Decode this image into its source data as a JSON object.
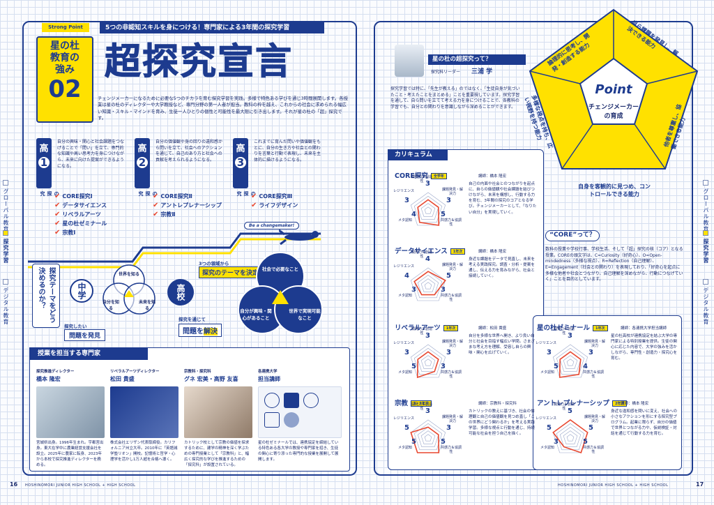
{
  "left": {
    "strong_point": "Strong Point",
    "header_banner": "5つの非認知スキルを身につける！専門家による3年間の探究学習",
    "side_label_lines": [
      "星の杜",
      "教育の",
      "強み"
    ],
    "side_number": "02",
    "main_title": "超探究宣言",
    "intro": "チェンジメーカーになるために必要な5つのチカラを育む探究学習を実践。多様で特色ある学びを通じ3時間展開します。各授業は星の杜のディレクターや大学教授など、専門分野の第一人者が担当。教科の枠を越え、これからの社会に求められる幅広い知識・スキル・マインドを育み、生徒一人ひとりの個性と可能性を最大限に引き出します。それが星の杜の「超」探究です。",
    "grades": [
      {
        "k1": "高",
        "k2": "1",
        "k3": "の探究",
        "desc": "自分の興味・関心と社会課題をつなげることで「問い」を立て、専門的な知識や高い思考力を身につけながら、未来に向けた提案ができるようになる。",
        "courses": [
          "CORE探究Ⅰ",
          "データサイエンス",
          "リベラルアーツ",
          "星の杜ゼミナール",
          "宗教Ⅰ"
        ]
      },
      {
        "k1": "高",
        "k2": "2",
        "k3": "の探究",
        "desc": "自分の価値観や身の回りの違和感から問いを立て、社会へのアクションを通じて、自己のあり方と社会への貢献を考えられるようになる。",
        "courses": [
          "CORE探究Ⅱ",
          "アントレプレナーシップ",
          "宗教Ⅱ"
        ]
      },
      {
        "k1": "高",
        "k2": "3",
        "k3": "の探究",
        "desc": "これまでに育んだ問いや価値観をもとに、自分の生き方や社会との関わりを言葉と行動で表現し、未来を主体的に描けるようになる。",
        "courses": [
          "CORE探究Ⅲ",
          "ライフデザイン"
        ]
      }
    ],
    "changemaker": "Be a changemaker!",
    "question": "探究テーマをどう決めるのか？",
    "jhs": "中学",
    "hs": "高校",
    "venn_small": [
      "世界を知る",
      "自分を知る",
      "未来を知る"
    ],
    "venn_big": [
      "社会で必要なこと",
      "自分が興味・関心があること",
      "世界で実現可能なこと"
    ],
    "find_problem_pre": "探究したい",
    "find_problem": "問題を発見",
    "three_areas_pre": "3つの領域から",
    "three_areas": "探究のテーマを決定",
    "solve_pre": "探究を通じて",
    "solve_a": "問題を",
    "solve_b": "解決",
    "experts_title": "授業を担当する専門家",
    "experts": [
      {
        "role": "探究推進ディレクター",
        "name": "橋本 隆宏",
        "bio": "宮城県出身。1996年生まれ。宇都宮出身。東大在学中に農業経営支援会社を設立。2025年に農家に転身、2023年から本校で探究推進ディレクターを務める。"
      },
      {
        "role": "リベラルアーツディレクター",
        "name": "松田 貴盛",
        "bio": "株式会社エリザン代表取締役。カリフォルニア州立大卒。2010年に「英語減学塾リオン」開校。記憶術と哲学・心理学を活かし1万人超を合格へ導く。"
      },
      {
        "role": "宗教科・探究科",
        "name": "グネ 宏美・高野 友喜",
        "bio": "カトリック校として宗教の価値を探求するために、建学の精神を深く学ぶための専門授業として「宗教科」と、幅広く探究的な学びを推進するための「探究科」が設置されている。"
      },
      {
        "role": "各連携大学",
        "name": "担当講師",
        "bio": "星の杜ゼミナールでは、連携協定を締結している特色ある各大学の教授や専門家を招き、生徒の関心に寄り添った専門的な授業を展開して展開します。"
      }
    ],
    "page_num": "16",
    "footer": "HOSHINOMORI JUNIOR HIGH SCHOOL + HIGH SCHOOL"
  },
  "right": {
    "q_title": "星の杜の超探究って？",
    "q_role": "探究科リーダー",
    "q_name": "三浦 学",
    "q_text": "探究学習では特に、「先生が教える」のではなく、「生徒自身が気づいたこと・考えたことをまとめる」ことを重要視しています。探究学習を通して、自ら問いを立てて考える力を身につけることで、各教科の学習でも、自分との関わりを意識しながら深めることができます。",
    "point_label": "Point",
    "point_sub": "チェンジメーカーの育成",
    "pent_skills": [
      "自ら課題を発見し、解決できる能力",
      "他者を尊重し、協働できる能力",
      "自身を客観的に見つめ、コントロールできる能力",
      "多様な視点を持ち、広い視野を持つ能力",
      "論理的に思考し、開発・創造する能力"
    ],
    "core_q": "“CORE”って？",
    "core_text": "数科の授業や学校行事、学校生活、そして「超」探究の核（コア）となる授業。COREの頭文字は、C=Curiosity（好奇心）、O=Open-mindedness（多様な視点）、R=Reflection（自己理解）、E=Engagement（社会との関わり）を表現しており、「好奇心を起点に多様な他者や社会とつながり、自己理解を深めながら、行動につなげていく」ことを目的としています。",
    "curriculum_title": "カリキュラム",
    "side_tabs": [
      "グローバル教育",
      "探究学習",
      "デジタル教育"
    ],
    "page_num": "17",
    "footer": "HOSHINOMORI JUNIOR HIGH SCHOOL + HIGH SCHOOL",
    "axis_labels": [
      "開発力＆創造性",
      "課題発見・解決力",
      "共感力＆協調性",
      "メタ認知",
      "レジリエンス"
    ],
    "courses": [
      {
        "name": "CORE探究",
        "grade": "全学年",
        "teacher": "講師：橋本 隆宏",
        "scores": [
          3,
          3,
          5,
          4,
          3
        ],
        "desc": "自己の内面や社会とのつながりを起点に、自らの価値観や社会課題を結びつけながら、未来を構想し、行動する力を育む、3年間の探究のコアとなる学び。チェンジメーカーとして、「なりたい自分」を実現していく。"
      },
      {
        "name": "データサイエンス",
        "grade": "1年次",
        "teacher": "講師：橋本 隆宏",
        "scores": [
          4,
          5,
          3,
          3,
          4
        ],
        "desc": "身近な課題をデータで見直し、未来を考える実践探究。調査・分析・提案を通し、伝える力を育みながら、社会と接続していく。"
      },
      {
        "name": "リベラルアーツ",
        "grade": "1年次",
        "teacher": "講師：松田 貴盛",
        "scores": [
          3,
          3,
          3,
          5,
          3
        ],
        "desc": "自分を多様な世界へ開き、より良い自分と社会を目指す幅広い学問。さまざまな考え方を理解、受容し自らの興味・関心を広げていく。"
      },
      {
        "name": "星の杜ゼミナール",
        "grade": "1年次",
        "teacher": "講師：各連携大学担当講師",
        "scores": [
          3,
          3,
          4,
          5,
          3
        ],
        "desc": "星の杜高校が連携協定を結ぶ大学の専門家による特別授業を提供。生徒の関心に応じた内容で、大学の強みを活かしながら、専門性・創造力・探究心を育む。"
      },
      {
        "name": "宗教",
        "grade": "1・2年次",
        "teacher": "講師：宗教科・探究科",
        "scores": [
          3,
          3,
          5,
          5,
          5
        ],
        "desc": "カトリックの教えに基づき、社会の倫理観と自己の価値観を見つめ直し「この世界にどう関わるか」を考える実践学習。多様な視点と行動を通じ、持続可能な社会を担う自己を描く。"
      },
      {
        "name": "アントレプレナーシップ",
        "grade": "2年次",
        "teacher": "講師：橋本 隆宏",
        "scores": [
          5,
          5,
          5,
          3,
          5
        ],
        "desc": "身近な違和感を問いに変え、社会への小さなアクションを形にする探究型プログラム。起業に限らず、自分の価値で世界とつながる力や、仮説検証・対話を通じて行動する力を育む。"
      }
    ]
  }
}
